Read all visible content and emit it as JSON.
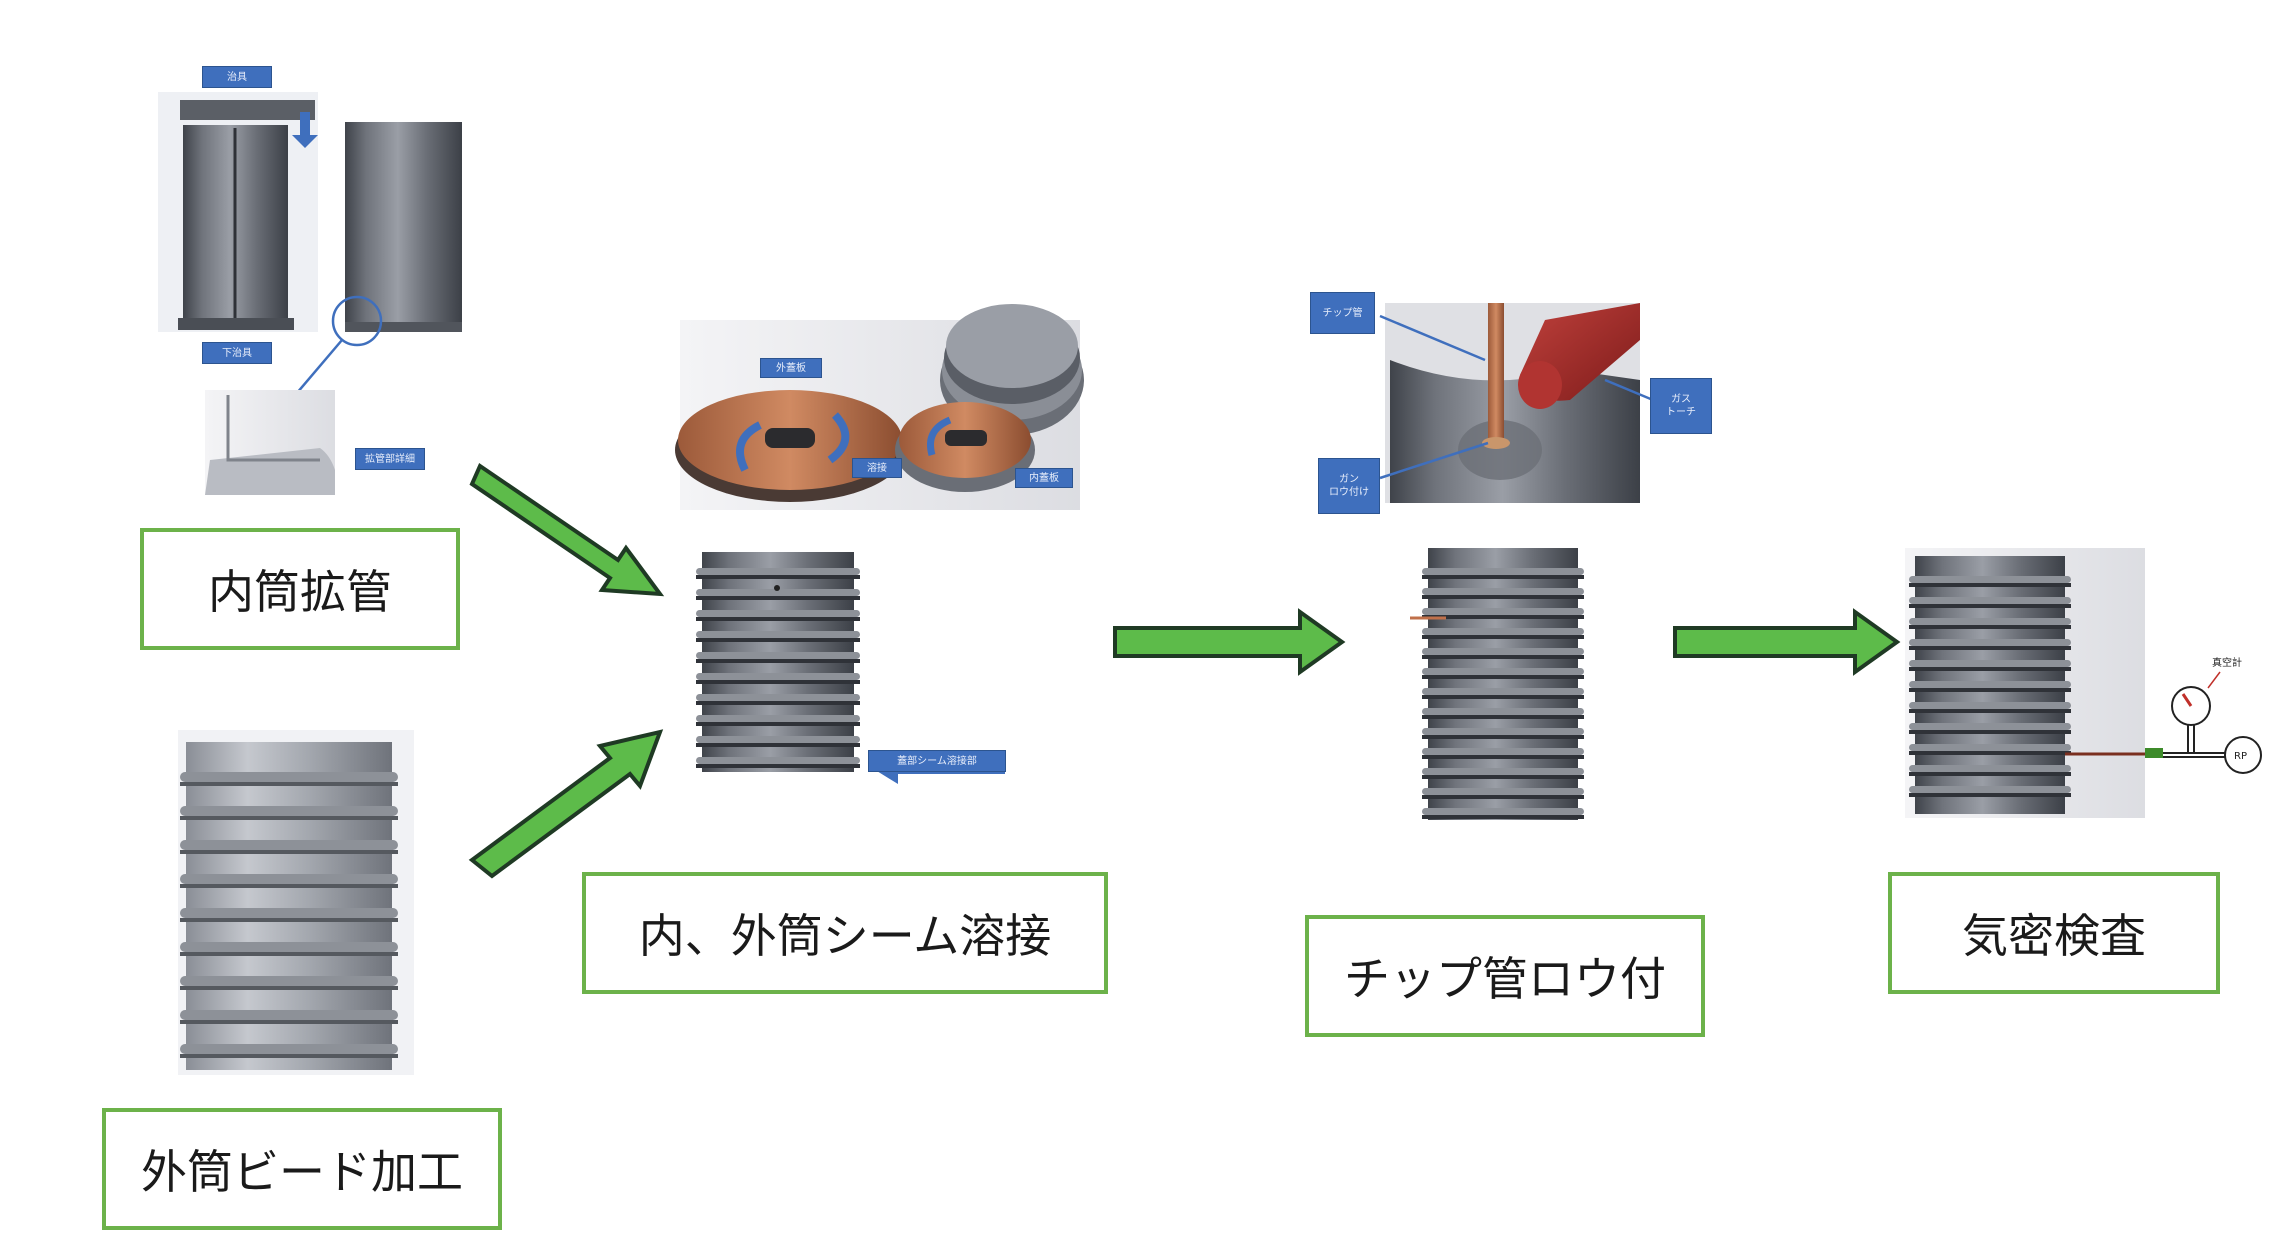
{
  "steps": {
    "inner_expansion": "内筒拡管",
    "outer_bead": "外筒ビード加工",
    "seam_weld": "内、外筒シーム溶接",
    "tip_braze": "チップ管ロウ付",
    "leak_test": "気密検査"
  },
  "tags": {
    "punch": "治具",
    "base": "下治具",
    "detail": "拡管部詳細",
    "outer_lid": "外蓋板",
    "weld": "溶接",
    "inner_lid": "内蓋板",
    "seam": "蓋部シーム溶接部",
    "tip_pipe": "チップ管",
    "torch": "ガス\nトーチ",
    "solder": "ガン\nロウ付け"
  },
  "gauge": {
    "label": "真空計",
    "pump": "RP"
  },
  "colors": {
    "frame": "#6cb24a",
    "arrow": "#5dbb4a",
    "tag_fill": "#3f6fbd",
    "copper": "#d9956f",
    "metal": "#6a6e76"
  }
}
